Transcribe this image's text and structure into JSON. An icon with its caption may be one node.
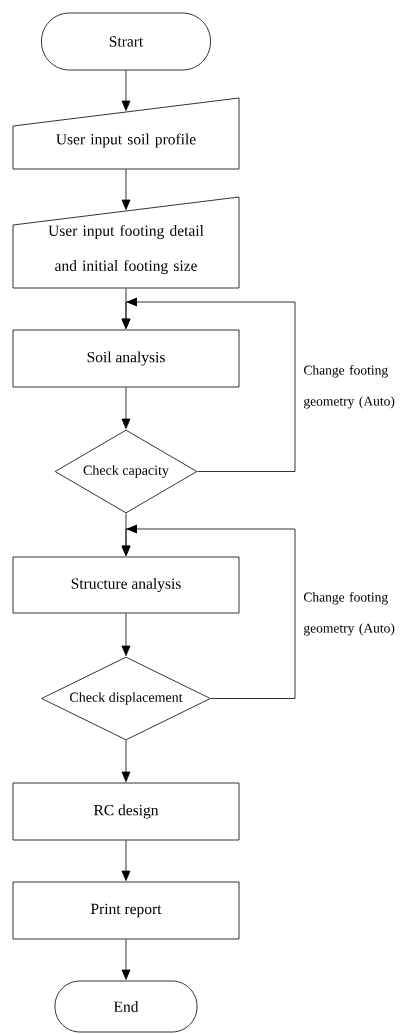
{
  "diagram": {
    "nodes": [
      {
        "text": [
          "Strart"
        ]
      },
      {
        "text": [
          "User input soil profile"
        ]
      },
      {
        "text": [
          "User input footing detail and initial footing size"
        ]
      },
      {
        "text": [
          "Soil analysis"
        ]
      },
      {
        "text": [
          "Check capacity"
        ]
      },
      {
        "text": [
          "Structure analysis"
        ]
      },
      {
        "text": [
          "Check displacement"
        ]
      },
      {
        "text": [
          "RC design"
        ]
      },
      {
        "text": [
          "Print report"
        ]
      },
      {
        "text": [
          "End"
        ]
      }
    ],
    "edges": [
      {
        "from": 0,
        "to": 1,
        "arrow": "to"
      },
      {
        "from": 1,
        "to": 2,
        "arrow": "to"
      },
      {
        "from": 2,
        "to": 3,
        "arrow": "to"
      },
      {
        "from": 3,
        "to": 4,
        "arrow": "to"
      },
      {
        "from": 4,
        "to": 3,
        "arrow": "to",
        "label": "Change footing geometry (Auto)"
      },
      {
        "from": 4,
        "to": 5,
        "arrow": "to"
      },
      {
        "from": 5,
        "to": 6,
        "arrow": "to"
      },
      {
        "from": 6,
        "to": 5,
        "arrow": "to",
        "label": "Change footing geometry (Auto)"
      },
      {
        "from": 6,
        "to": 7,
        "arrow": "to"
      },
      {
        "from": 7,
        "to": 8,
        "arrow": "to"
      },
      {
        "from": 8,
        "to": 9,
        "arrow": "to"
      }
    ]
  }
}
